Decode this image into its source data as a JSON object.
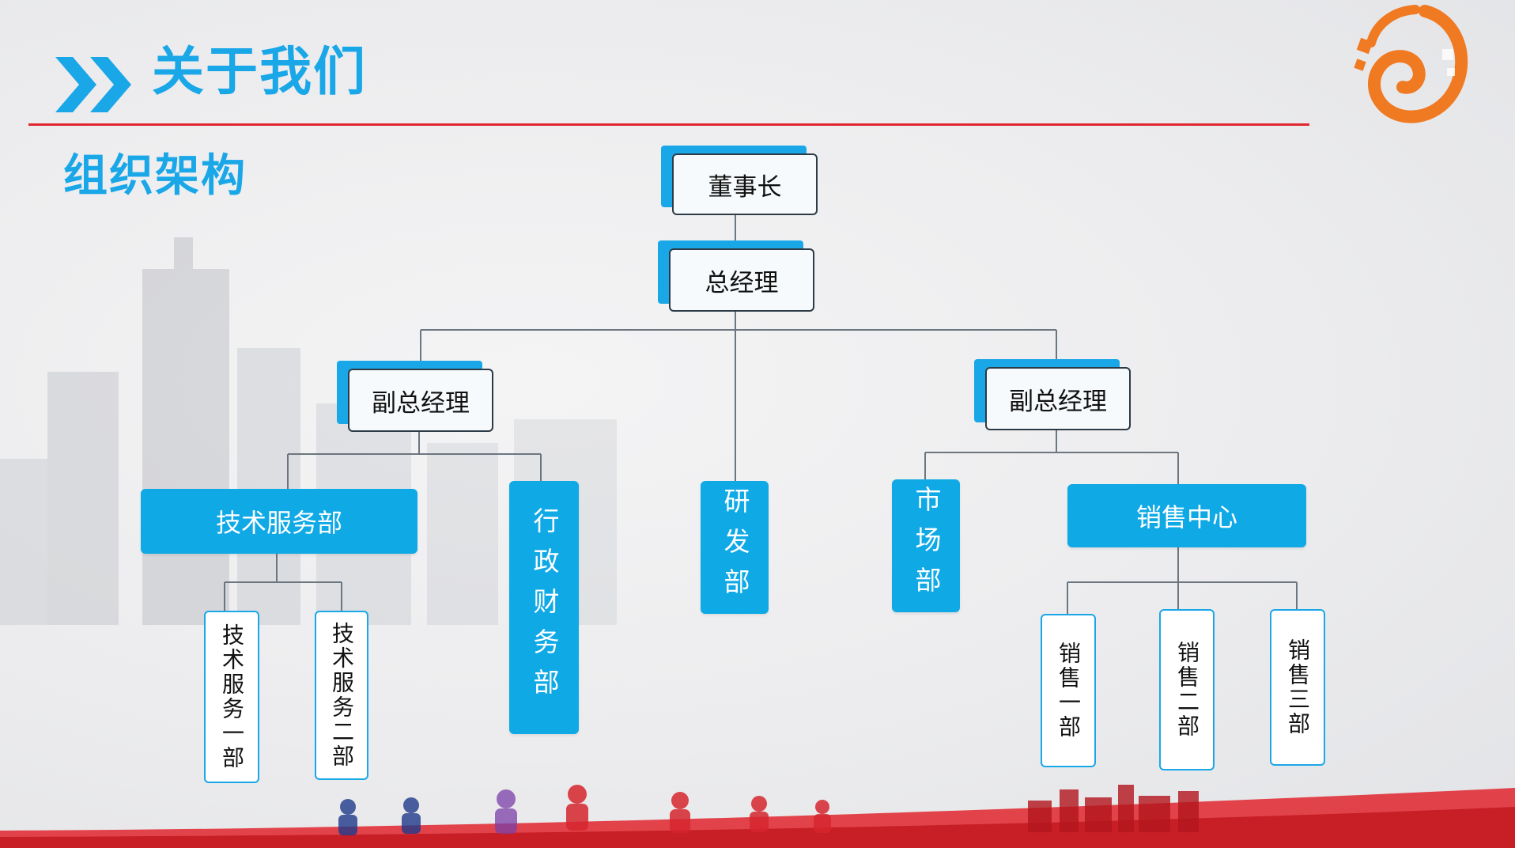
{
  "header": {
    "title": "关于我们",
    "subtitle": "组织架构"
  },
  "colors": {
    "accent": "#1aa7e8",
    "red_line": "#e0262e",
    "logo_orange": "#f07a22"
  },
  "org": {
    "chairman": "董事长",
    "general_manager": "总经理",
    "vp_left": "副总经理",
    "vp_right": "副总经理",
    "tech_service": "技术服务部",
    "tech_service_1": "技术服务一部",
    "tech_service_2": "技术服务二部",
    "admin_finance": "行政财务部",
    "rnd": "研发部",
    "marketing": "市场部",
    "sales_center": "销售中心",
    "sales_1": "销售一部",
    "sales_2": "销售二部",
    "sales_3": "销售三部"
  }
}
